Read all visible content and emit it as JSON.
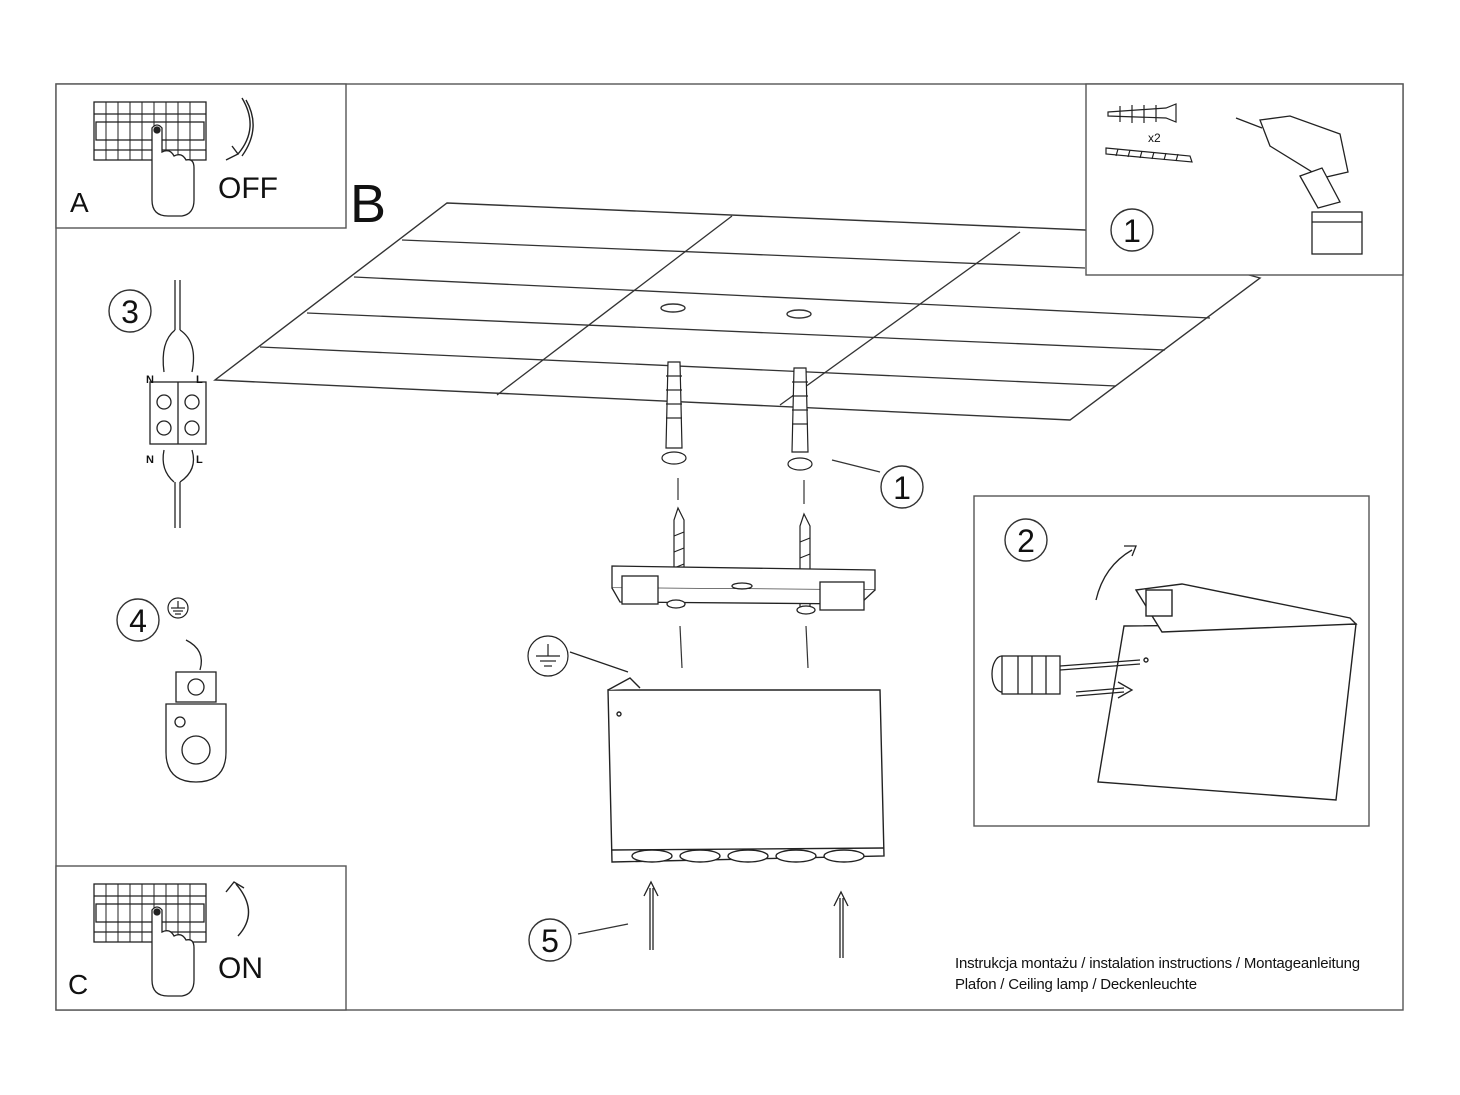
{
  "panels": {
    "a": {
      "letter": "A",
      "switch_label": "OFF"
    },
    "b": {
      "letter": "B"
    },
    "c": {
      "letter": "C",
      "switch_label": "ON"
    }
  },
  "steps": {
    "s1": "1",
    "s2": "2",
    "s3": "3",
    "s4": "4",
    "s5": "5"
  },
  "tools": {
    "quantity": "x2"
  },
  "connector": {
    "n_top": "N",
    "l_top": "L",
    "n_bottom": "N",
    "l_bottom": "L"
  },
  "caption": {
    "line1": "Instrukcja montażu / instalation instructions / Montageanleitung",
    "line2": "Plafon / Ceiling lamp / Deckenleuchte"
  }
}
